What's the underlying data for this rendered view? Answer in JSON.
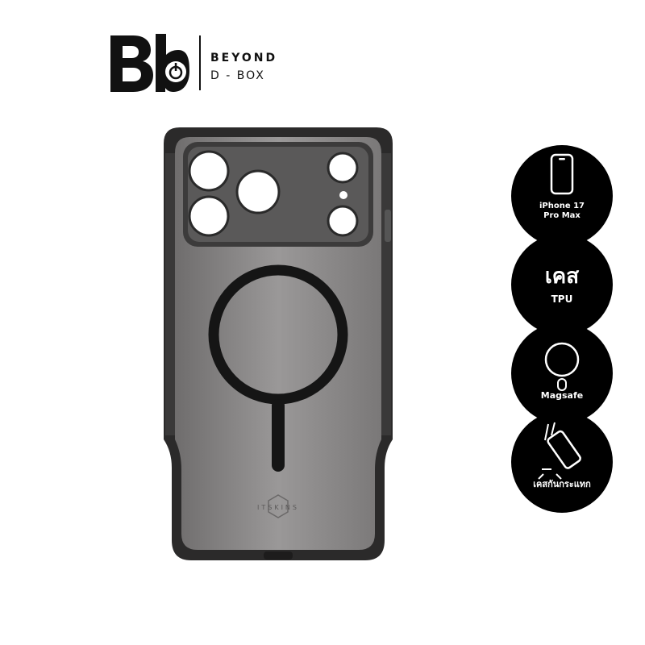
{
  "logo": {
    "mark_text": "Bb",
    "name_line1": "BEYOND",
    "name_line2": "D - BOX"
  },
  "product": {
    "case_brand_text": "ITSKINS",
    "colors": {
      "frame": "#2a2a2a",
      "body": "#8a8888",
      "ring": "#151515"
    }
  },
  "badges": [
    {
      "icon": "phone-outline-icon",
      "label_line1": "iPhone 17",
      "label_line2": "Pro Max"
    },
    {
      "icon": "",
      "label_line1": "เคส",
      "label_line2": "TPU"
    },
    {
      "icon": "magsafe-ring-icon",
      "label_line1": "Magsafe"
    },
    {
      "icon": "drop-protection-icon",
      "label_line1": "เคสกันกระแทก"
    }
  ]
}
